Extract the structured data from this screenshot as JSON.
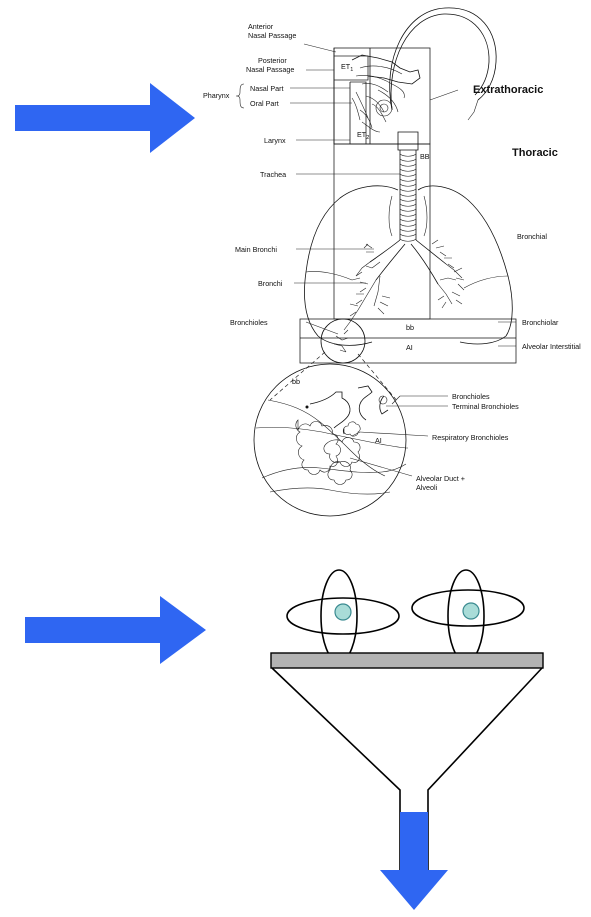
{
  "anatomy": {
    "labels_left": {
      "anterior_nasal_passage": [
        "Anterior",
        "Nasal Passage"
      ],
      "posterior_nasal_passage": [
        "Posterior",
        "Nasal Passage"
      ],
      "pharynx": "Pharynx",
      "nasal_part": "Nasal Part",
      "oral_part": "Oral Part",
      "larynx": "Larynx",
      "trachea": "Trachea",
      "main_bronchi": "Main Bronchi",
      "bronchi": "Bronchi",
      "bronchioles": "Bronchioles"
    },
    "region_codes": {
      "et1": "ET",
      "et1_sub": "1",
      "et2": "ET",
      "et2_sub": "2",
      "bb_upper": "BB",
      "bb_lower": "bb",
      "ai": "AI"
    },
    "labels_right": {
      "extrathoracic": "Extrathoracic",
      "thoracic": "Thoracic",
      "bronchial": "Bronchial",
      "bronchiolar": "Bronchiolar",
      "alveolar_interstitial": "Alveolar Interstitial"
    },
    "inset": {
      "bb": "bb",
      "ai": "AI",
      "bronchioles": "Bronchioles",
      "terminal_bronchioles": "Terminal Bronchioles",
      "respiratory_bronchioles": "Respiratory Bronchioles",
      "alveolar_duct": [
        "Alveolar Duct +",
        "Alveoli"
      ]
    }
  },
  "colors": {
    "arrow": "#2f66f2",
    "particle_fill": "#a9dcd8",
    "particle_stroke": "#3a8a90",
    "filter_plate": "#b3b3b3"
  },
  "icons": {
    "arrow_top": "right-arrow-icon",
    "arrow_mid": "right-arrow-icon",
    "arrow_bottom": "down-arrow-icon"
  }
}
